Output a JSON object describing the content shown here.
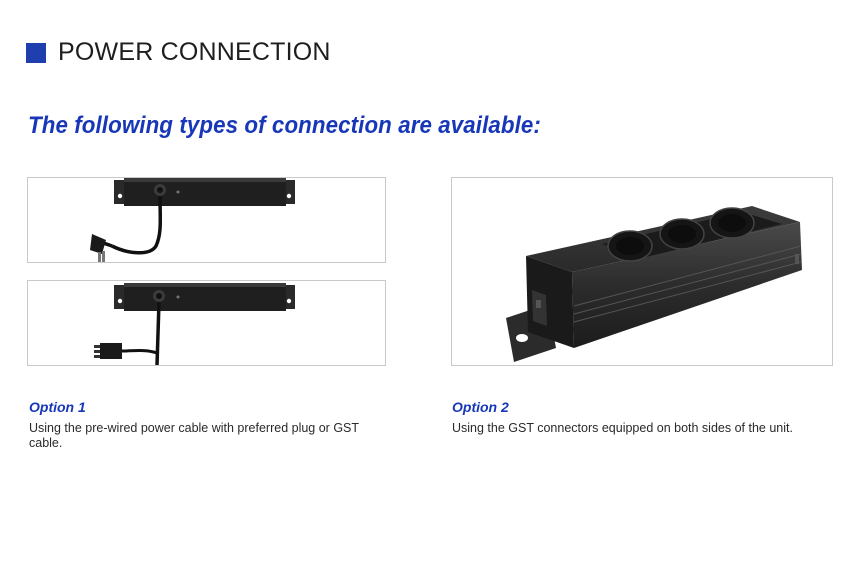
{
  "header": {
    "title": "POWER CONNECTION",
    "accent_color": "#1f3fae"
  },
  "headline": "The following types of connection are available:",
  "options": [
    {
      "title": "Option 1",
      "description": "Using the pre-wired power cable with preferred plug or GST cable."
    },
    {
      "title": "Option 2",
      "description": "Using the GST connectors equipped on both sides of the unit."
    }
  ],
  "images": {
    "cable_plug": "power-strip-with-plug-cable-image",
    "cable_gst": "power-strip-with-gst-cable-image",
    "unit_3_socket": "three-socket-power-unit-image"
  }
}
